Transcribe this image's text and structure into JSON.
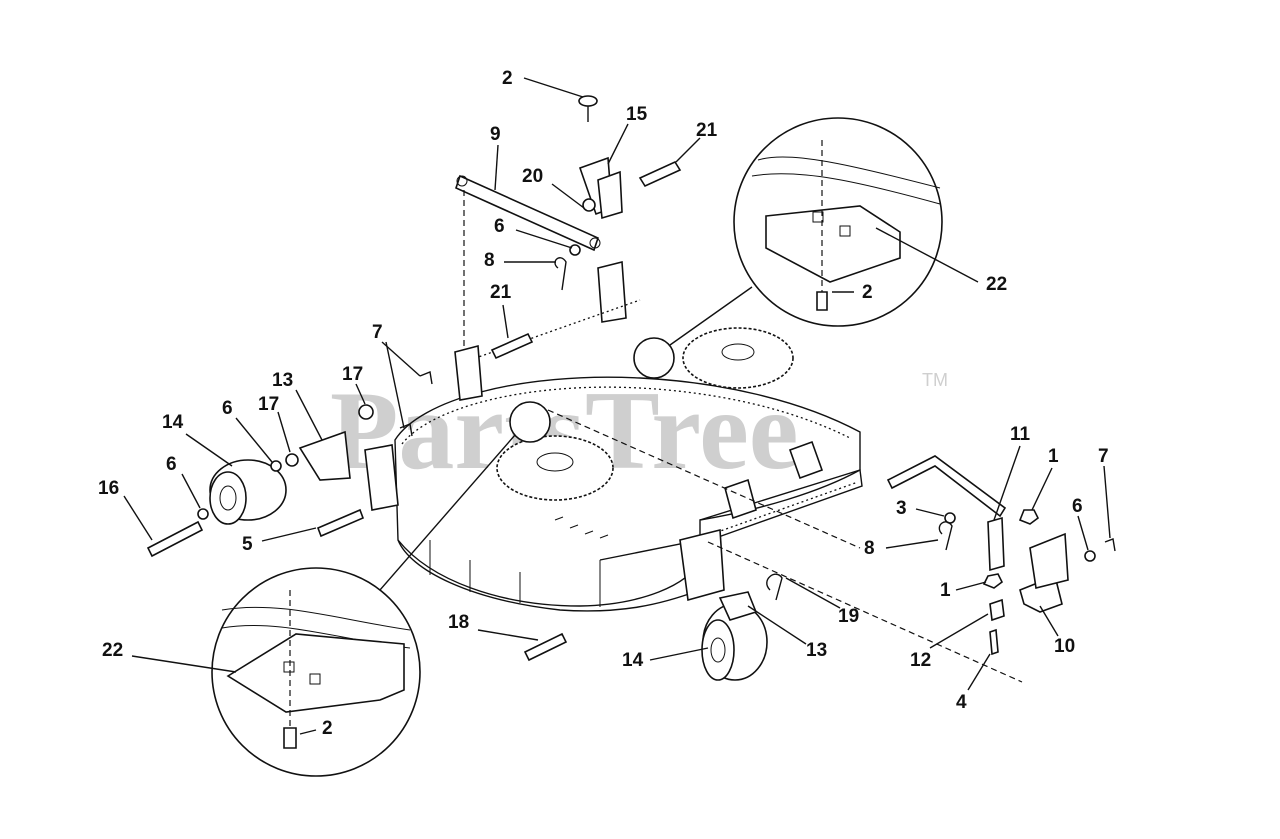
{
  "watermark": {
    "text": "PartsTree",
    "trademark": "TM"
  },
  "callouts": [
    {
      "id": "c2-top",
      "text": "2"
    },
    {
      "id": "c15",
      "text": "15"
    },
    {
      "id": "c9",
      "text": "9"
    },
    {
      "id": "c21-top",
      "text": "21"
    },
    {
      "id": "c20",
      "text": "20"
    },
    {
      "id": "c6-upper",
      "text": "6"
    },
    {
      "id": "c8-upper",
      "text": "8"
    },
    {
      "id": "c21-mid",
      "text": "21"
    },
    {
      "id": "c7-left",
      "text": "7"
    },
    {
      "id": "c13-left",
      "text": "13"
    },
    {
      "id": "c17-a",
      "text": "17"
    },
    {
      "id": "c17-b",
      "text": "17"
    },
    {
      "id": "c14-left",
      "text": "14"
    },
    {
      "id": "c6-left-a",
      "text": "6"
    },
    {
      "id": "c6-left-b",
      "text": "6"
    },
    {
      "id": "c16",
      "text": "16"
    },
    {
      "id": "c5",
      "text": "5"
    },
    {
      "id": "c22-top",
      "text": "22"
    },
    {
      "id": "c2-inset-top",
      "text": "2"
    },
    {
      "id": "c11",
      "text": "11"
    },
    {
      "id": "c1-top",
      "text": "1"
    },
    {
      "id": "c7-right",
      "text": "7"
    },
    {
      "id": "c3",
      "text": "3"
    },
    {
      "id": "c6-right",
      "text": "6"
    },
    {
      "id": "c8-right",
      "text": "8"
    },
    {
      "id": "c1-mid",
      "text": "1"
    },
    {
      "id": "c19",
      "text": "19"
    },
    {
      "id": "c18",
      "text": "18"
    },
    {
      "id": "c13-right",
      "text": "13"
    },
    {
      "id": "c14-right",
      "text": "14"
    },
    {
      "id": "c12",
      "text": "12"
    },
    {
      "id": "c10",
      "text": "10"
    },
    {
      "id": "c4",
      "text": "4"
    },
    {
      "id": "c22-bottom",
      "text": "22"
    },
    {
      "id": "c2-inset-bottom",
      "text": "2"
    }
  ]
}
